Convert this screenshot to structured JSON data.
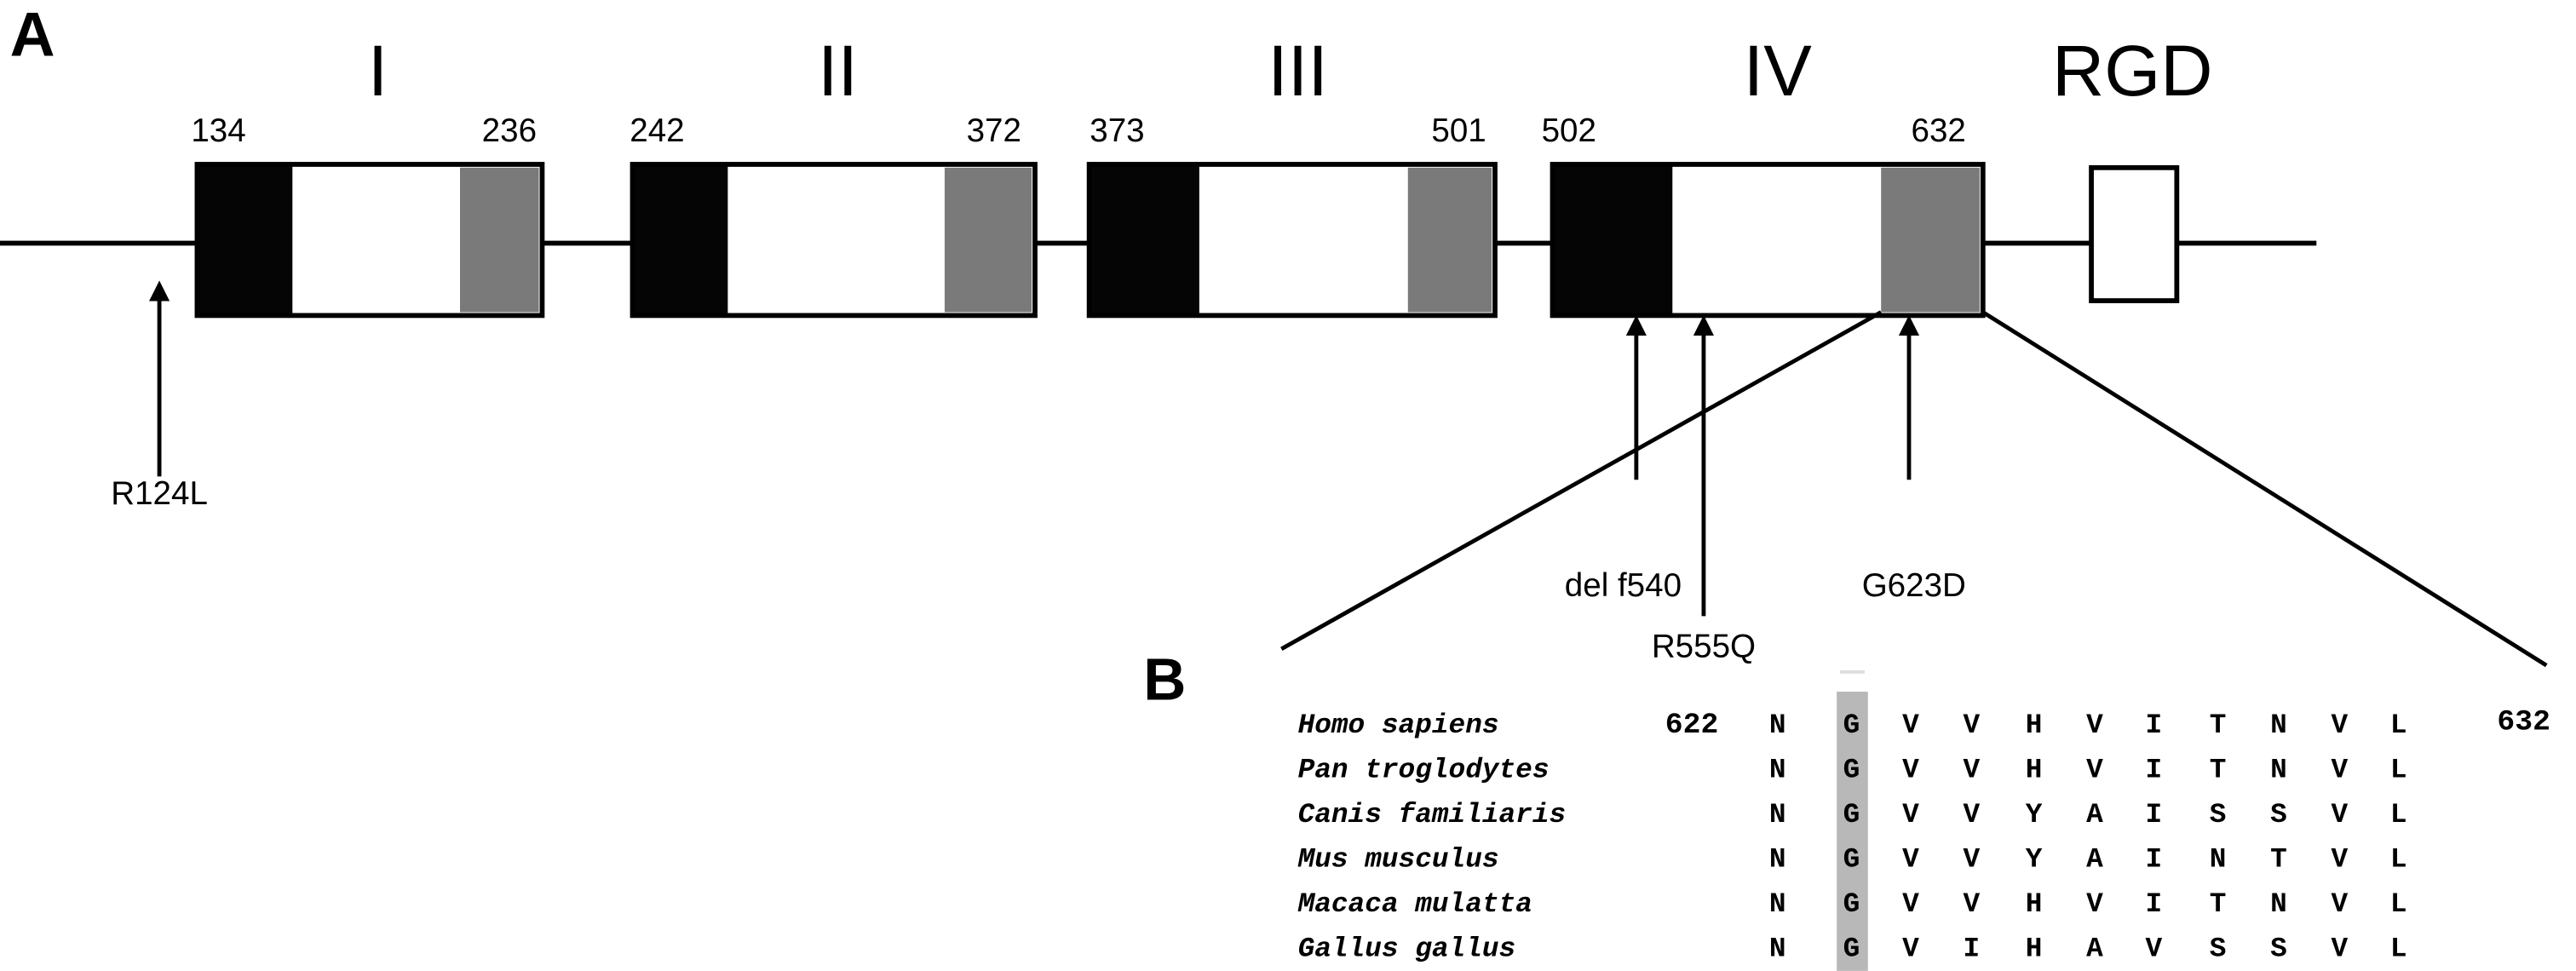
{
  "panel_a": {
    "label": "A",
    "domains": [
      {
        "name": "I",
        "start": "134",
        "end": "236"
      },
      {
        "name": "II",
        "start": "242",
        "end": "372"
      },
      {
        "name": "III",
        "start": "373",
        "end": "501"
      },
      {
        "name": "IV",
        "start": "502",
        "end": "632"
      }
    ],
    "rgd_label": "RGD",
    "mutations": [
      "R124L",
      "del f540",
      "R555Q",
      "G623D"
    ],
    "colors": {
      "dark": "#050505",
      "gray": "#7a7a7a",
      "highlight": "#b8b8b8"
    }
  },
  "panel_b": {
    "label": "B",
    "start_pos": "622",
    "end_pos": "632",
    "rows": [
      {
        "species": "Homo sapiens",
        "seq": [
          "N",
          "G",
          "V",
          "V",
          "H",
          "V",
          "I",
          "T",
          "N",
          "V",
          "L"
        ]
      },
      {
        "species": "Pan troglodytes",
        "seq": [
          "N",
          "G",
          "V",
          "V",
          "H",
          "V",
          "I",
          "T",
          "N",
          "V",
          "L"
        ]
      },
      {
        "species": "Canis familiaris",
        "seq": [
          "N",
          "G",
          "V",
          "V",
          "Y",
          "A",
          "I",
          "S",
          "S",
          "V",
          "L"
        ]
      },
      {
        "species": "Mus musculus",
        "seq": [
          "N",
          "G",
          "V",
          "V",
          "Y",
          "A",
          "I",
          "N",
          "T",
          "V",
          "L"
        ]
      },
      {
        "species": "Macaca mulatta",
        "seq": [
          "N",
          "G",
          "V",
          "V",
          "H",
          "V",
          "I",
          "T",
          "N",
          "V",
          "L"
        ]
      },
      {
        "species": "Gallus gallus",
        "seq": [
          "N",
          "G",
          "V",
          "I",
          "H",
          "A",
          "V",
          "S",
          "S",
          "V",
          "L"
        ]
      }
    ]
  }
}
